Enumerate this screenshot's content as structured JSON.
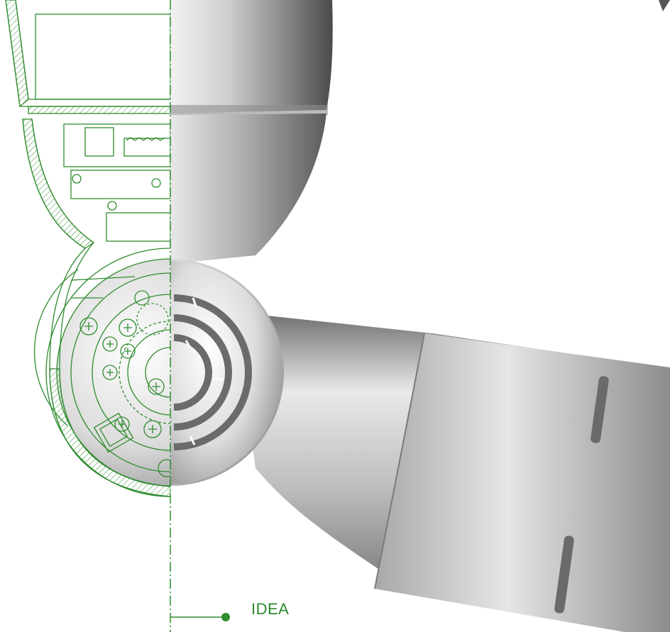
{
  "caption": {
    "label": "IDEA"
  },
  "colors": {
    "line_green": "#2e8b2e",
    "metal_light": "#f4f4f4",
    "metal_mid": "#b9b9b9",
    "metal_dark": "#5a5a5a"
  },
  "illustration": {
    "left_half": "technical-cross-section-drawing",
    "right_half": "rendered-metal-robot-joint"
  }
}
